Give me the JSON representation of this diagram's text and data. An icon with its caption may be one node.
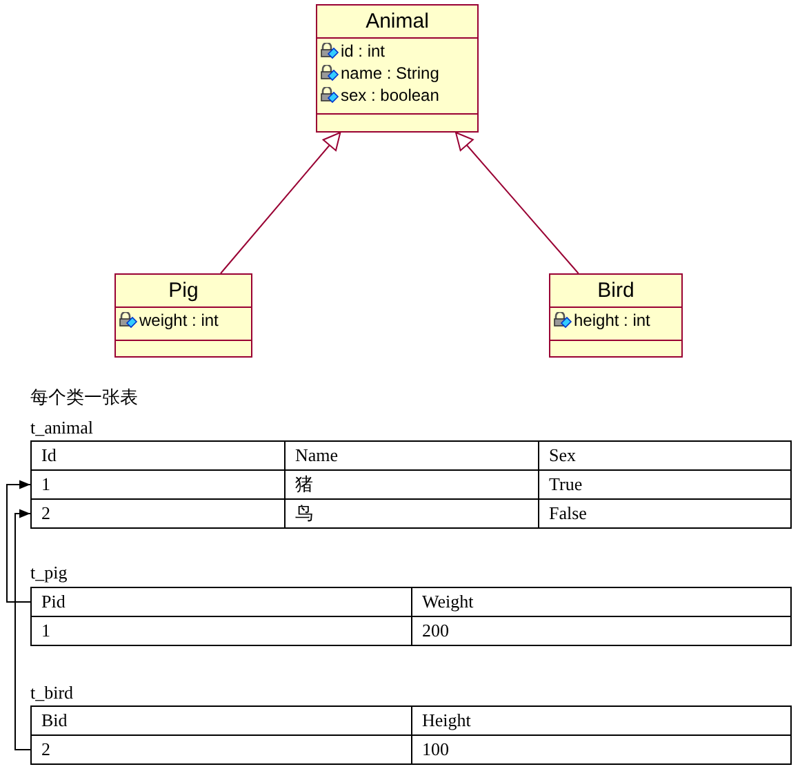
{
  "diagram": {
    "nodes": [
      {
        "text": [
          "Animal",
          "id : int",
          "name : String",
          "sex : boolean"
        ]
      },
      {
        "text": [
          "Pig",
          "weight : int"
        ]
      },
      {
        "text": [
          "Bird",
          "height : int"
        ]
      },
      {
        "text": [
          "1"
        ]
      },
      {
        "text": [
          "2"
        ]
      },
      {
        "text": [
          "Pid"
        ]
      },
      {
        "text": [
          "2"
        ]
      }
    ],
    "edges": [
      {
        "from": 1,
        "to": 0,
        "arrow": "to",
        "color": "#990033"
      },
      {
        "from": 2,
        "to": 0,
        "arrow": "to",
        "color": "#990033"
      },
      {
        "from": 5,
        "to": 3,
        "arrow": "to",
        "color": "#000000"
      },
      {
        "from": 6,
        "to": 4,
        "arrow": "to",
        "color": "#000000"
      }
    ],
    "labels": [
      "每个类一张表",
      "t_animal",
      "Id",
      "Name",
      "Sex",
      "猪",
      "True",
      "鸟",
      "False",
      "t_pig",
      "Weight",
      "1",
      "200",
      "t_bird",
      "Bid",
      "Height",
      "100"
    ]
  }
}
